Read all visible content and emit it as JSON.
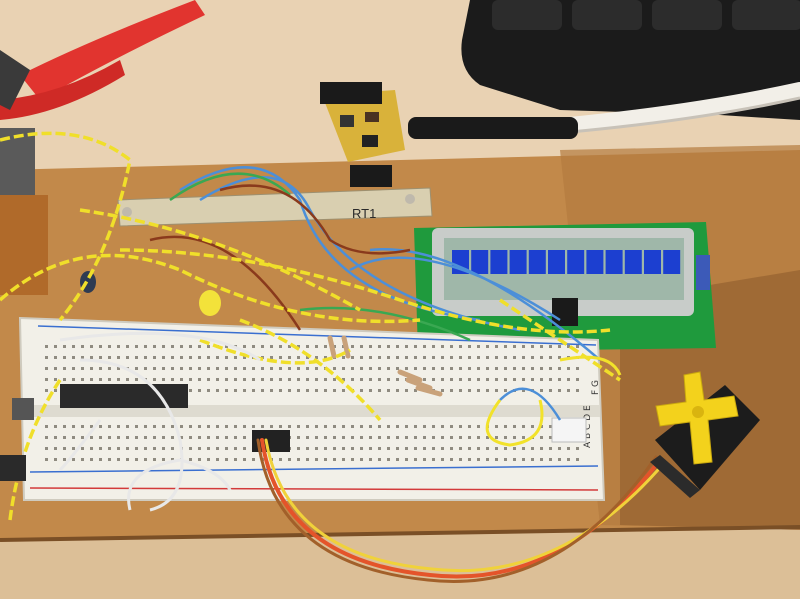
{
  "image": {
    "board_label": "RT1",
    "breadboard_row_letters": "A B C D E",
    "breadboard_row_letters_right": "F G",
    "colors": {
      "desk": "#ead2b2",
      "wood_plank": "#c08a4c",
      "wood_dark": "#8a5a2c",
      "breadboard": "#f3f1ea",
      "lcd_pcb": "#1e9a3c",
      "lcd_screen": "#9fb5a8",
      "lcd_pixels": "#1c3fd0",
      "keyboard": "#1a1a1a",
      "pliers_handle": "#e0322e",
      "servo_body": "#1a1a1a",
      "servo_horn": "#f2d21c",
      "wire_yellow_striped": "#f2e22a",
      "wire_blue": "#4a8fd6",
      "wire_servo_red": "#e4542a",
      "ic_chip": "#2a2a2a"
    },
    "lcd_segments": 12
  }
}
